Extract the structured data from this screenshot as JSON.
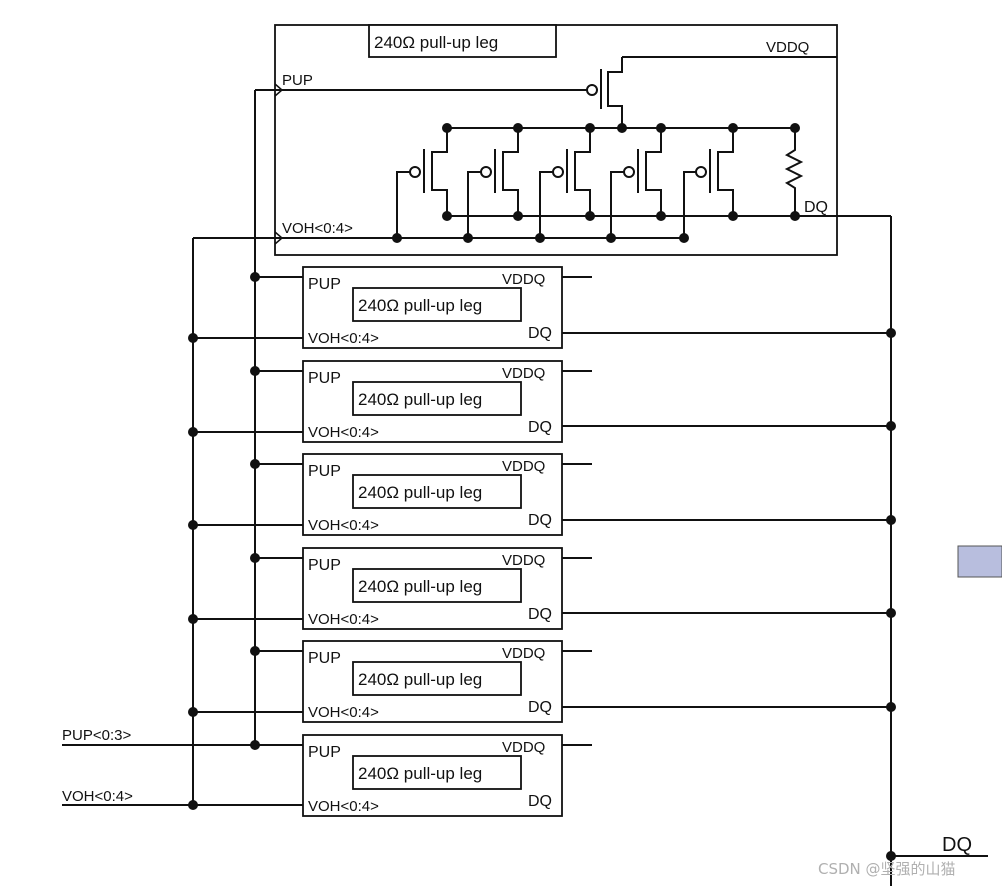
{
  "detail": {
    "title": "240Ω pull-up leg",
    "pup": "PUP",
    "vddq": "VDDQ",
    "voh": "VOH<0:4>",
    "dq": "DQ"
  },
  "leg": {
    "pup": "PUP",
    "vddq": "VDDQ",
    "title": "240Ω pull-up leg",
    "voh": "VOH<0:4>",
    "dq": "DQ"
  },
  "inputs": {
    "pup_bus": "PUP<0:3>",
    "voh_bus": "VOH<0:4>"
  },
  "output": {
    "dq": "DQ"
  },
  "watermark": "CSDN @坚强的山猫"
}
